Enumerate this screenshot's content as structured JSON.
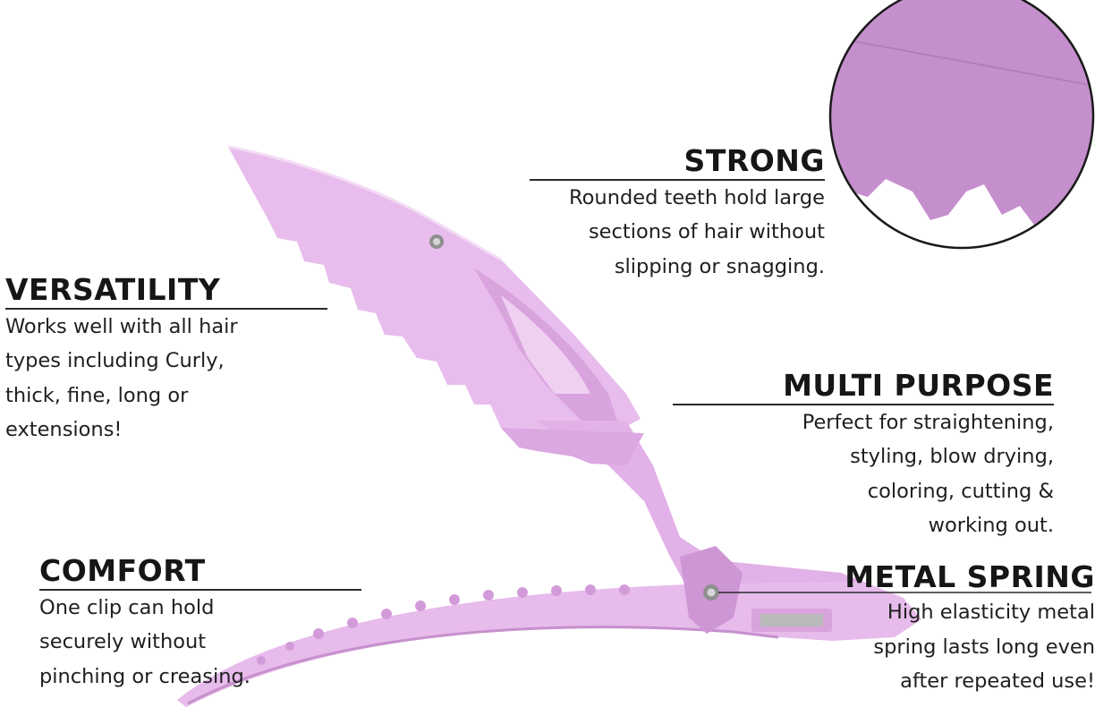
{
  "features": {
    "strong": {
      "title": "STRONG",
      "lines": [
        "Rounded teeth hold large",
        "sections of hair without",
        "slipping or snagging."
      ]
    },
    "versatility": {
      "title": "VERSATILITY",
      "lines": [
        "Works well with all hair",
        "types including Curly,",
        "thick, fine, long or",
        "extensions!"
      ]
    },
    "multi_purpose": {
      "title": "MULTI PURPOSE",
      "lines": [
        "Perfect for straightening,",
        "styling, blow drying,",
        "coloring, cutting &",
        "working out."
      ]
    },
    "comfort": {
      "title": "COMFORT",
      "lines": [
        "One clip can hold",
        "securely without",
        "pinching or creasing."
      ]
    },
    "metal_spring": {
      "title": "METAL SPRING",
      "lines": [
        "High elasticity metal",
        "spring lasts long even",
        "after repeated use!"
      ]
    }
  },
  "colors": {
    "clip_light": "#e6b8ea",
    "clip_mid": "#d9a4df",
    "clip_dark": "#c48acb",
    "zoom_fill": "#c590cd",
    "metal": "#9a9a9a"
  }
}
